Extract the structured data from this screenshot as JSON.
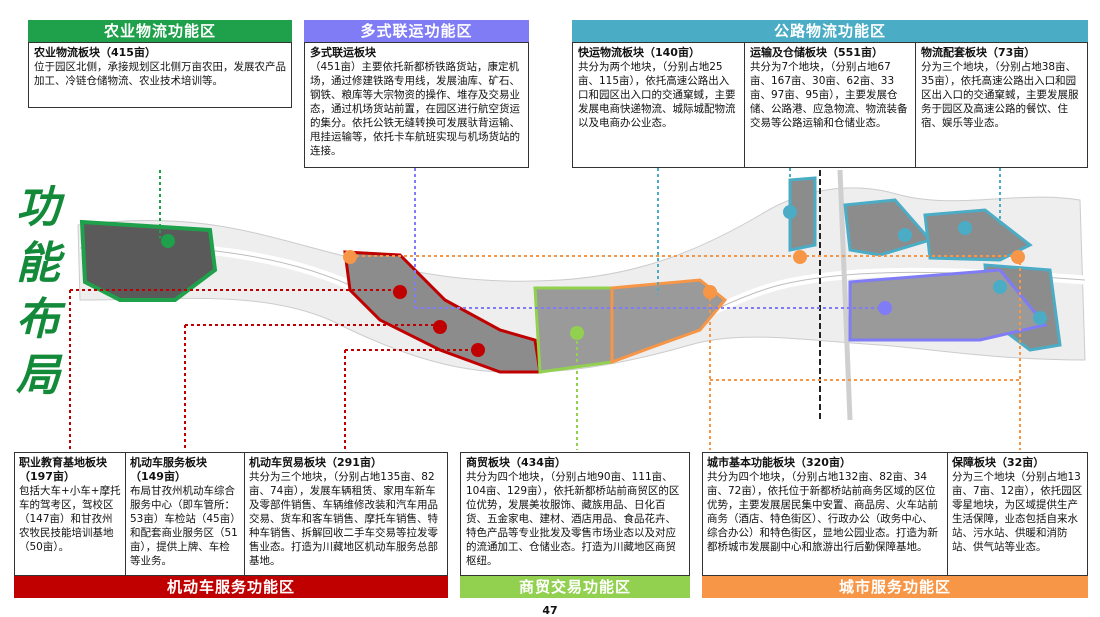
{
  "vertical_title": [
    "功",
    "能",
    "布",
    "局"
  ],
  "page_number": "47",
  "colors": {
    "agri": "#1fa04b",
    "multimodal": "#7f7cf5",
    "highway": "#4bacc6",
    "motor": "#c00000",
    "trade": "#92d050",
    "city": "#f79646"
  },
  "top_zones": {
    "agri": {
      "banner": "农业物流功能区",
      "blocks": [
        {
          "title": "农业物流板块（415亩）",
          "body": "位于园区北侧，承接规划区北侧万亩农田，发展农产品加工、冷链仓储物流、农业技术培训等。"
        }
      ]
    },
    "multimodal": {
      "banner": "多式联运功能区",
      "blocks": [
        {
          "title": "多式联运板块",
          "body": "（451亩）主要依托新都桥铁路货站，康定机场，通过修建铁路专用线，发展油库、矿石、钢铁、粮库等大宗物资的操作、堆存及交易业态，通过机场货站前置，在园区进行航空货运的集分。依托公铁无缝转换可发展驮背运输、甩挂运输等，依托卡车航班实现与机场货站的连接。"
        }
      ]
    },
    "highway": {
      "banner": "公路物流功能区",
      "blocks": [
        {
          "title": "快运物流板块（140亩）",
          "body": "共分为两个地块，（分别占地25亩、115亩），依托高速公路出入口和园区出入口的交通窠蜮，主要发展电商快递物流、城际城配物流以及电商办公业态。"
        },
        {
          "title": "运输及仓储板块（551亩）",
          "body": "共分为7个地块，（分别占地67亩、167亩、30亩、62亩、33亩、97亩、95亩），主要发展仓储、公路港、应急物流、物流装备交易等公路运输和仓储业态。"
        },
        {
          "title": "物流配套板块（73亩）",
          "body": "分为三个地块，（分别占地38亩、35亩），依托高速公路出入口和园区出入口的交通窠蜮，主要发展服务于园区及高速公路的餐饮、住宿、娱乐等业态。"
        }
      ]
    }
  },
  "bottom_zones": {
    "motor": {
      "banner": "机动车服务功能区",
      "blocks": [
        {
          "title": "职业教育基地板块（197亩）",
          "body": "包括大车+小车+摩托车的驾考区，驾校区（147亩）和甘孜州农牧民技能培训基地 （50亩）。"
        },
        {
          "title": "机动车服务板块（149亩）",
          "body": "布局甘孜州机动车综合服务中心（即车管所：53亩）车检站（45亩）和配套商业服务区（51亩），提供上牌、车检等业务。"
        },
        {
          "title": "机动车贸易板块（291亩）",
          "body": "共分为三个地块，（分别占地135亩、82亩、74亩），发展车辆租赁、家用车新车及零部件销售、车辆维修改装和汽车用品交易、货车和客车销售、摩托车销售、特种车销售、拆解回收二手车交易等拉发零售业态。打造为川藏地区机动车服务总部基地。"
        }
      ]
    },
    "trade": {
      "banner": "商贸交易功能区",
      "blocks": [
        {
          "title": "商贸板块（434亩）",
          "body": "共分为四个地块，（分别占地90亩、111亩、104亩、129亩），依托新都桥站前商贸区的区位优势，发展美妆服饰、藏族用品、日化百货、五金家电、建材、酒店用品、食品花卉、特色产品等专业批发及零售市场业态以及对应的流通加工、仓储业态。打造为川藏地区商贸枢纽。"
        }
      ]
    },
    "city": {
      "banner": "城市服务功能区",
      "blocks": [
        {
          "title": "城市基本功能板块（320亩）",
          "body": "共分为四个地块，（分别占地132亩、82亩、34亩、72亩），依托位于新都桥站前商务区域的区位优势，主要发展居民集中安置、商品房、火车站前商务（酒店、特色街区）、行政办公（政务中心、综合办公）和特色街区，显地公园业态。打造为新都桥城市发展副中心和旅游出行后勤保障基地。"
        },
        {
          "title": "保障板块（32亩）",
          "body": "分为三个地块（分别占地13亩、7亩、12亩），依托园区零星地块，为区域提供生产生活保障，业态包括自来水站、污水站、供暖和消防站、供气站等业态。"
        }
      ]
    }
  }
}
